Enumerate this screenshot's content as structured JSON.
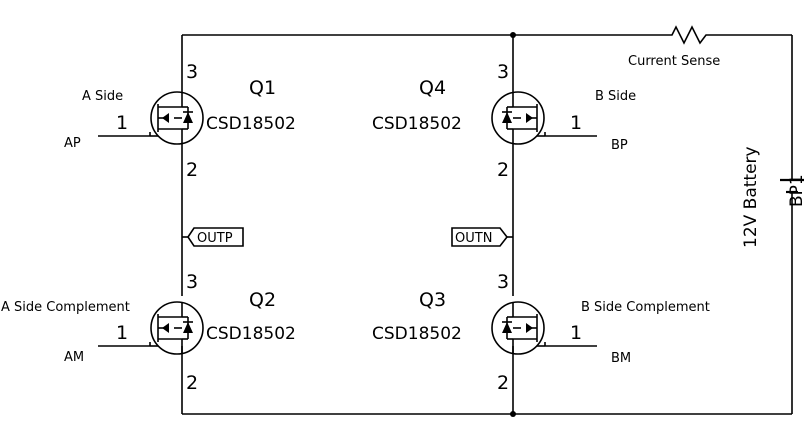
{
  "transistors": [
    {
      "ref": "Q1",
      "part": "CSD18502",
      "gate_pin": "1",
      "drain_pin": "3",
      "source_pin": "2",
      "side_label": "A Side",
      "net": "AP"
    },
    {
      "ref": "Q2",
      "part": "CSD18502",
      "gate_pin": "1",
      "drain_pin": "3",
      "source_pin": "2",
      "side_label": "A Side Complement",
      "net": "AM"
    },
    {
      "ref": "Q4",
      "part": "CSD18502",
      "gate_pin": "1",
      "drain_pin": "3",
      "source_pin": "2",
      "side_label": "B Side",
      "net": "BP"
    },
    {
      "ref": "Q3",
      "part": "CSD18502",
      "gate_pin": "1",
      "drain_pin": "3",
      "source_pin": "2",
      "side_label": "B Side Complement",
      "net": "BM"
    }
  ],
  "outputs": {
    "left": "OUTP",
    "right": "OUTN"
  },
  "resistor_label": "Current Sense",
  "battery": {
    "label": "12V Battery",
    "ref": "BP1"
  }
}
